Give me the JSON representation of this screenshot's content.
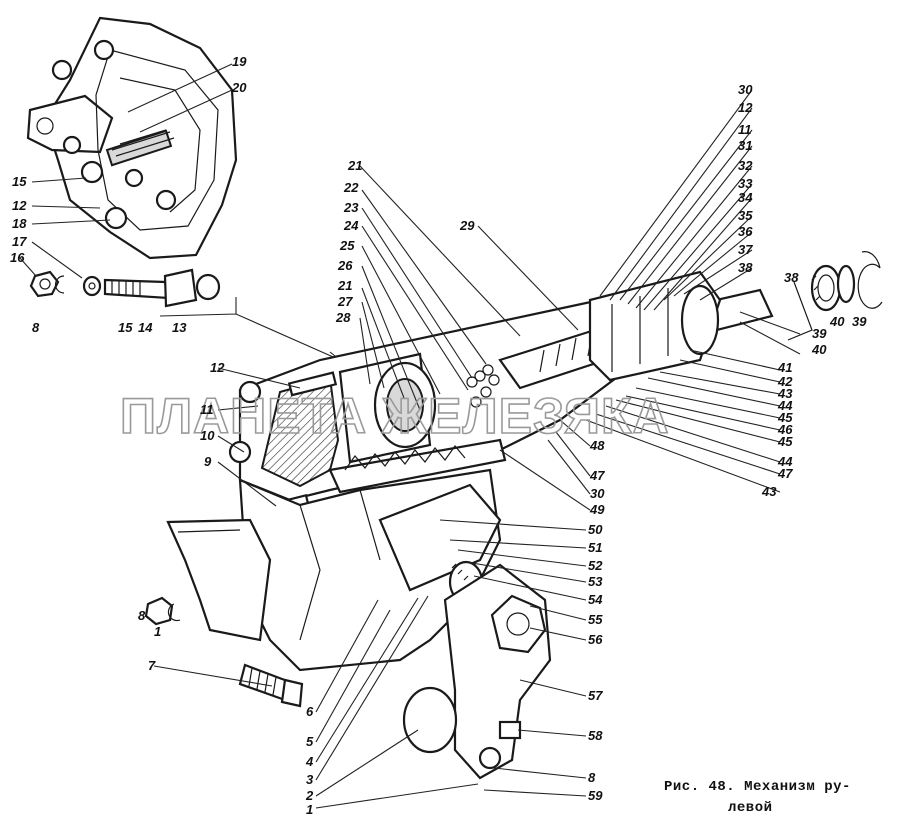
{
  "figure": {
    "caption_line1": "Рис. 48. Механизм ру-",
    "caption_line2": "левой"
  },
  "watermark": "ПЛАНЕТА ЖЕЛЕЗЯКА",
  "callouts": [
    {
      "id": "c19",
      "label": "19"
    },
    {
      "id": "c20",
      "label": "20"
    },
    {
      "id": "c15a",
      "label": "15"
    },
    {
      "id": "c12a",
      "label": "12"
    },
    {
      "id": "c18",
      "label": "18"
    },
    {
      "id": "c17",
      "label": "17"
    },
    {
      "id": "c16",
      "label": "16"
    },
    {
      "id": "c8a",
      "label": "8"
    },
    {
      "id": "c15b",
      "label": "15"
    },
    {
      "id": "c14",
      "label": "14"
    },
    {
      "id": "c13",
      "label": "13"
    },
    {
      "id": "c21a",
      "label": "21"
    },
    {
      "id": "c22",
      "label": "22"
    },
    {
      "id": "c23",
      "label": "23"
    },
    {
      "id": "c24",
      "label": "24"
    },
    {
      "id": "c25",
      "label": "25"
    },
    {
      "id": "c26",
      "label": "26"
    },
    {
      "id": "c21b",
      "label": "21"
    },
    {
      "id": "c27",
      "label": "27"
    },
    {
      "id": "c28",
      "label": "28"
    },
    {
      "id": "c29",
      "label": "29"
    },
    {
      "id": "c30a",
      "label": "30"
    },
    {
      "id": "c12b",
      "label": "12"
    },
    {
      "id": "c11a",
      "label": "11"
    },
    {
      "id": "c31",
      "label": "31"
    },
    {
      "id": "c32",
      "label": "32"
    },
    {
      "id": "c33",
      "label": "33"
    },
    {
      "id": "c34",
      "label": "34"
    },
    {
      "id": "c35",
      "label": "35"
    },
    {
      "id": "c36",
      "label": "36"
    },
    {
      "id": "c37",
      "label": "37"
    },
    {
      "id": "c38a",
      "label": "38"
    },
    {
      "id": "c38b",
      "label": "38"
    },
    {
      "id": "c40a",
      "label": "40"
    },
    {
      "id": "c39a",
      "label": "39"
    },
    {
      "id": "c39b",
      "label": "39"
    },
    {
      "id": "c40b",
      "label": "40"
    },
    {
      "id": "c41",
      "label": "41"
    },
    {
      "id": "c42",
      "label": "42"
    },
    {
      "id": "c43a",
      "label": "43"
    },
    {
      "id": "c44a",
      "label": "44"
    },
    {
      "id": "c45a",
      "label": "45"
    },
    {
      "id": "c46",
      "label": "46"
    },
    {
      "id": "c45b",
      "label": "45"
    },
    {
      "id": "c44b",
      "label": "44"
    },
    {
      "id": "c47a",
      "label": "47"
    },
    {
      "id": "c43b",
      "label": "43"
    },
    {
      "id": "c48",
      "label": "48"
    },
    {
      "id": "c47b",
      "label": "47"
    },
    {
      "id": "c30b",
      "label": "30"
    },
    {
      "id": "c49",
      "label": "49"
    },
    {
      "id": "c12c",
      "label": "12"
    },
    {
      "id": "c11b",
      "label": "11"
    },
    {
      "id": "c10",
      "label": "10"
    },
    {
      "id": "c9",
      "label": "9"
    },
    {
      "id": "c50",
      "label": "50"
    },
    {
      "id": "c51",
      "label": "51"
    },
    {
      "id": "c52",
      "label": "52"
    },
    {
      "id": "c53",
      "label": "53"
    },
    {
      "id": "c54",
      "label": "54"
    },
    {
      "id": "c55",
      "label": "55"
    },
    {
      "id": "c56",
      "label": "56"
    },
    {
      "id": "c57",
      "label": "57"
    },
    {
      "id": "c58",
      "label": "58"
    },
    {
      "id": "c8b",
      "label": "8"
    },
    {
      "id": "c59",
      "label": "59"
    },
    {
      "id": "c8c",
      "label": "8"
    },
    {
      "id": "c1a",
      "label": "1"
    },
    {
      "id": "c7",
      "label": "7"
    },
    {
      "id": "c6",
      "label": "6"
    },
    {
      "id": "c5",
      "label": "5"
    },
    {
      "id": "c4",
      "label": "4"
    },
    {
      "id": "c3",
      "label": "3"
    },
    {
      "id": "c2",
      "label": "2"
    },
    {
      "id": "c1b",
      "label": "1"
    }
  ]
}
